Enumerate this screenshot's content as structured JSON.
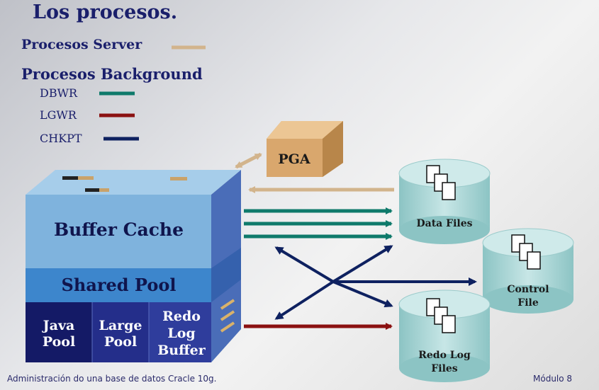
{
  "title": "Los procesos.",
  "legend": {
    "server_label": "Procesos Server",
    "background_label": "Procesos Background",
    "items": [
      {
        "label": "DBWR",
        "color": "#0f7a6b"
      },
      {
        "label": "LGWR",
        "color": "#8b1111"
      },
      {
        "label": "CHKPT",
        "color": "#0e2160"
      }
    ],
    "server_color": "#d2b48c"
  },
  "sga": {
    "buffer_cache": "Buffer Cache",
    "shared_pool": "Shared Pool",
    "java_pool": [
      "Java",
      "Pool"
    ],
    "large_pool": [
      "Large",
      "Pool"
    ],
    "redo_log_buffer": [
      "Redo",
      "Log",
      "Buffer"
    ]
  },
  "pga": "PGA",
  "files": {
    "data_files": "Data Files",
    "control_file": [
      "Control",
      "File"
    ],
    "redo_log_files": [
      "Redo Log",
      "Files"
    ]
  },
  "footer": {
    "left": "Administración do una base de datos Cracle 10g.",
    "right": "Módulo 8"
  }
}
